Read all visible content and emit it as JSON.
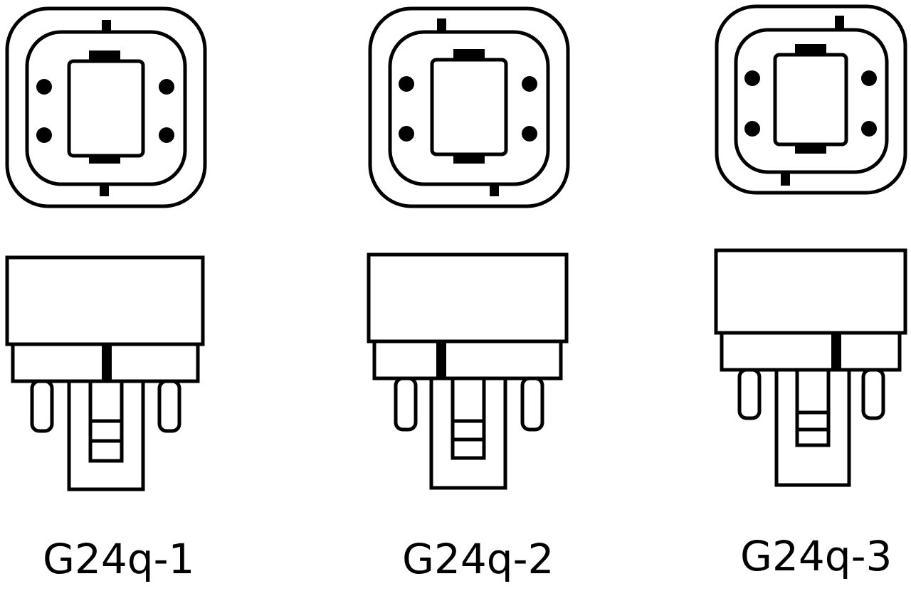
{
  "colors": {
    "line": "#000000",
    "background": "#ffffff"
  },
  "sockets": [
    {
      "label": "G24q-1",
      "key_notch": "top-center"
    },
    {
      "label": "G24q-2",
      "key_notch": "top-left"
    },
    {
      "label": "G24q-3",
      "key_notch": "top-right"
    }
  ]
}
